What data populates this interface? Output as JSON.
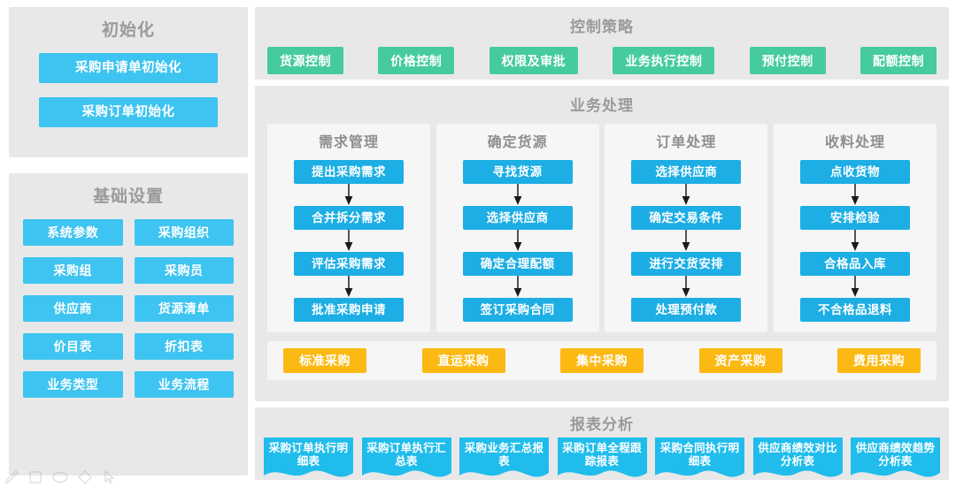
{
  "sections": {
    "initialization": {
      "title": "初始化",
      "buttons": [
        "采购申请单初始化",
        "采购订单初始化"
      ]
    },
    "basic_settings": {
      "title": "基础设置",
      "buttons": [
        "系统参数",
        "采购组织",
        "采购组",
        "采购员",
        "供应商",
        "货源清单",
        "价目表",
        "折扣表",
        "业务类型",
        "业务流程"
      ]
    },
    "control_strategy": {
      "title": "控制策略",
      "buttons": [
        "货源控制",
        "价格控制",
        "权限及审批",
        "业务执行控制",
        "预付控制",
        "配额控制"
      ]
    },
    "business_processing": {
      "title": "业务处理",
      "columns": [
        {
          "title": "需求管理",
          "steps": [
            "提出采购需求",
            "合并拆分需求",
            "评估采购需求",
            "批准采购申请"
          ]
        },
        {
          "title": "确定货源",
          "steps": [
            "寻找货源",
            "选择供应商",
            "确定合理配额",
            "签订采购合同"
          ]
        },
        {
          "title": "订单处理",
          "steps": [
            "选择供应商",
            "确定交易条件",
            "进行交货安排",
            "处理预付款"
          ]
        },
        {
          "title": "收料处理",
          "steps": [
            "点收货物",
            "安排检验",
            "合格品入库",
            "不合格品退料"
          ]
        }
      ],
      "purchase_types": [
        "标准采购",
        "直运采购",
        "集中采购",
        "资产采购",
        "费用采购"
      ]
    },
    "report_analysis": {
      "title": "报表分析",
      "reports": [
        "采购订单执行明细表",
        "采购订单执行汇总表",
        "采购业务汇总报表",
        "采购订单全程跟踪报表",
        "采购合同执行明细表",
        "供应商绩效对比分析表",
        "供应商绩效趋势分析表"
      ]
    }
  },
  "toolbar": {
    "tools": [
      "pen-icon",
      "square-icon",
      "ellipse-icon",
      "diamond-icon",
      "cursor-icon"
    ]
  },
  "colors": {
    "blue": "#3ec4f0",
    "flow_blue": "#1caee4",
    "green": "#46cb9f",
    "orange": "#fcb913",
    "panel_bg": "#e8e8e8",
    "subpanel_bg": "#f6f6f6",
    "title_text": "#9a9a9a"
  }
}
